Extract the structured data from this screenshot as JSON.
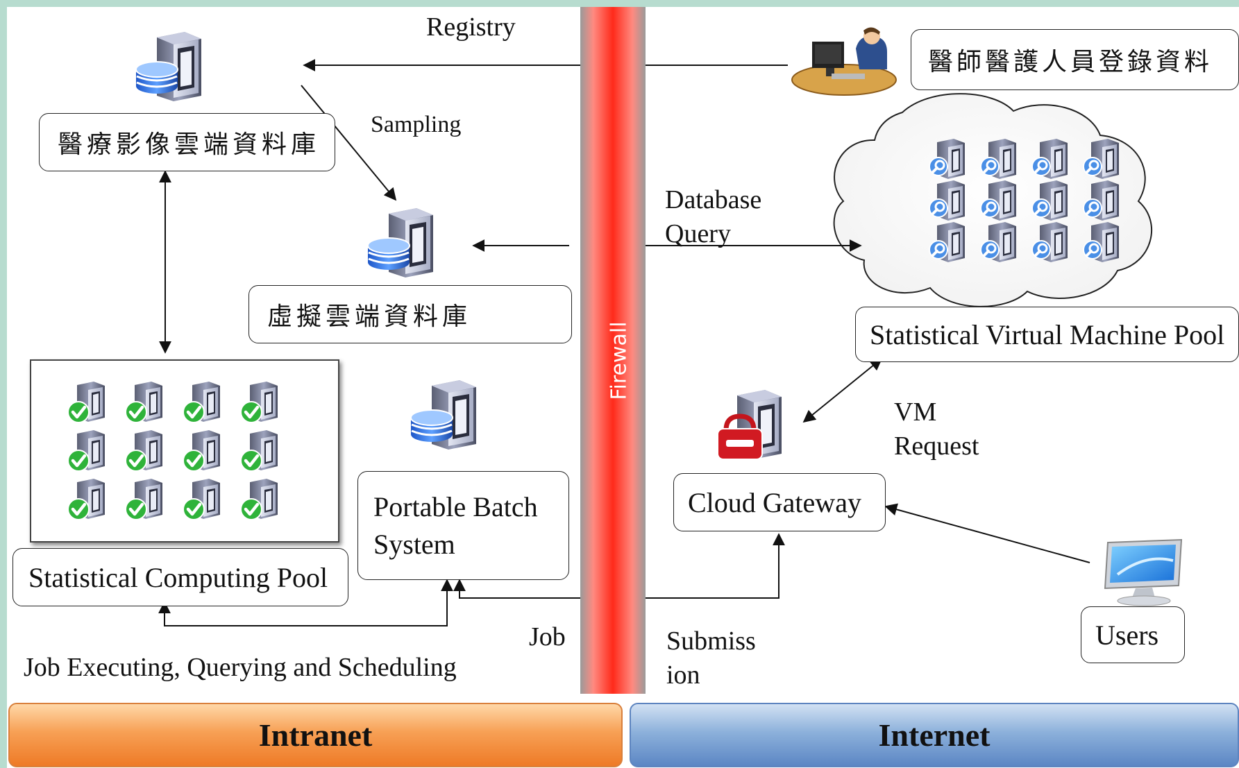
{
  "diagram": {
    "firewall_label": "Firewall",
    "zones": {
      "intranet": "Intranet",
      "internet": "Internet"
    },
    "boxes": {
      "medical_image_db": "醫療影像雲端資料庫",
      "virtual_cloud_db": "虛擬雲端資料庫",
      "staff_registry": "醫師醫護人員登錄資料",
      "statistical_computing_pool": "Statistical Computing Pool",
      "portable_batch_system": "Portable Batch\nSystem",
      "statistical_vm_pool": "Statistical Virtual Machine Pool",
      "cloud_gateway": "Cloud Gateway",
      "users": "Users"
    },
    "labels": {
      "registry": "Registry",
      "sampling": "Sampling",
      "database_query": "Database\nQuery",
      "vm_request": "VM\nRequest",
      "job": "Job",
      "submission": "Submiss\nion",
      "job_executing": "Job Executing, Querying and Scheduling"
    },
    "icons": {
      "db_server": "database-server-icon",
      "vm_server": "vm-search-server-icon",
      "compute_server": "compute-check-server-icon",
      "secure_server": "secure-server-icon",
      "staff": "staff-person-icon",
      "monitor": "monitor-icon"
    },
    "colors": {
      "firewall": "#ff2a1a",
      "intranet": "#ee7a26",
      "internet": "#5b86c4"
    }
  }
}
